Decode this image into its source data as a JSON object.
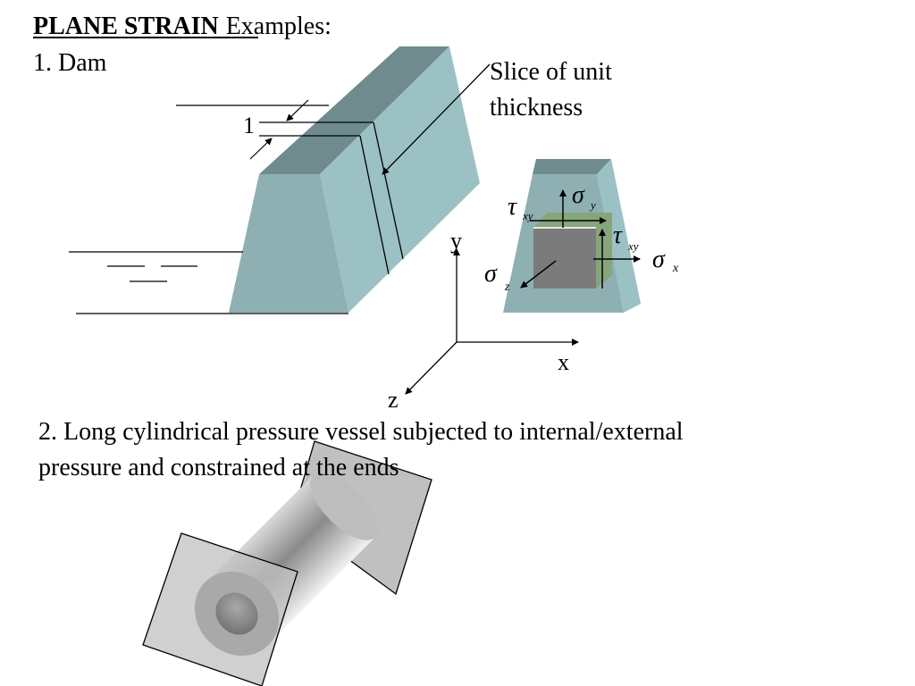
{
  "title": {
    "bold": "PLANE STRAIN",
    "rest": "Examples:"
  },
  "example1": {
    "label": "1. Dam",
    "unit_label": "1",
    "callout": {
      "line1": "Slice of unit",
      "line2": "thickness"
    }
  },
  "axes": {
    "y": "y",
    "x": "x",
    "z": "z"
  },
  "element": {
    "tau_top": {
      "sym": "τ",
      "sub": "xy"
    },
    "sigma_y": {
      "sym": "σ",
      "sub": "y"
    },
    "tau_right": {
      "sym": "τ",
      "sub": "xy"
    },
    "sigma_x": {
      "sym": "σ",
      "sub": "x"
    },
    "sigma_z": {
      "sym": "σ",
      "sub": "z"
    }
  },
  "example2": {
    "line1": "2. Long cylindrical pressure vessel subjected to internal/external",
    "line2": "pressure and constrained at the ends"
  },
  "colors": {
    "dam_front": "#8fb0b3",
    "dam_side": "#9cc1c4",
    "dam_top": "#6f8b8e",
    "cube_front": "#7b7b7b",
    "cube_back": "#87a57a",
    "plate": "#c0c0c0"
  }
}
